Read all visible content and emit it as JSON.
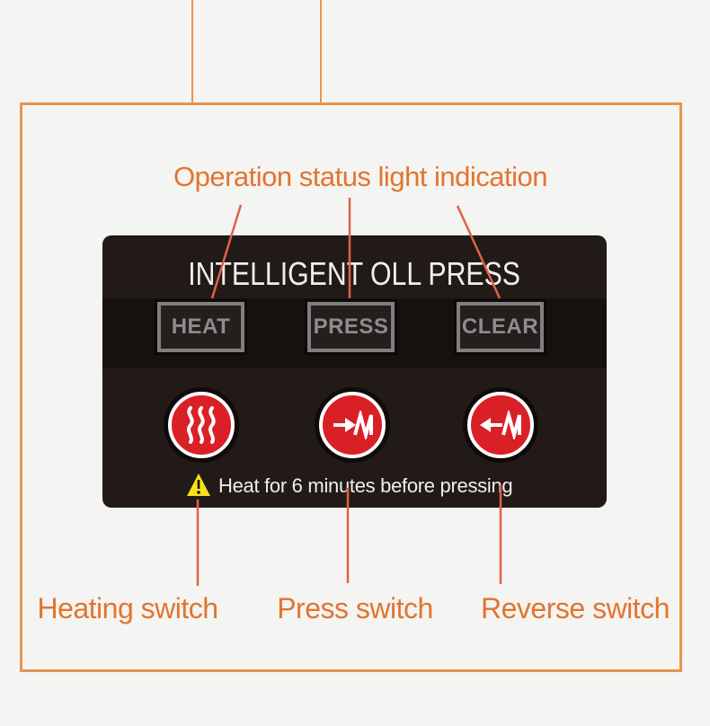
{
  "colors": {
    "page_background": "#f4f4f2",
    "frame_orange": "#e8944e",
    "label_orange": "#e3742e",
    "leader_line_red": "#e0614a",
    "panel_background": "#221a17",
    "button_red": "#d92027",
    "indicator_gray": "#8d8d8d",
    "warning_yellow": "#f5df1e",
    "title_white": "#f1efed"
  },
  "annotations": {
    "top_label": "Operation status light indication",
    "bottom_labels": [
      {
        "text": "Heating switch"
      },
      {
        "text": "Press switch"
      },
      {
        "text": "Reverse switch"
      }
    ]
  },
  "panel": {
    "title": "INTELLIGENT OLL PRESS",
    "indicators": [
      {
        "label": "HEAT"
      },
      {
        "label": "PRESS"
      },
      {
        "label": "CLEAR"
      }
    ],
    "buttons": [
      {
        "name": "heating-switch",
        "icon": "heat-waves-icon"
      },
      {
        "name": "press-switch",
        "icon": "arrow-right-spring-icon"
      },
      {
        "name": "reverse-switch",
        "icon": "arrow-left-spring-icon"
      }
    ],
    "warning": {
      "icon": "warning-triangle-icon",
      "text": "Heat for 6 minutes before pressing"
    }
  }
}
